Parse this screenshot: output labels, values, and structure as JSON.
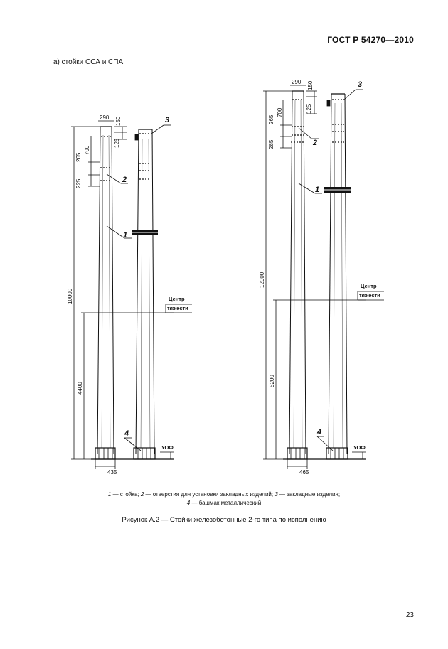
{
  "header": {
    "standard": "ГОСТ Р 54270—2010"
  },
  "subtitle": "а) стойки ССА и СПА",
  "drawing": {
    "left": {
      "dims": {
        "top_width": "290",
        "d150": "150",
        "d125": "125",
        "d265": "265",
        "d700": "700",
        "d225": "225",
        "total_height": "10000",
        "cg_height": "4400",
        "base": "435"
      },
      "center_label_line1": "Центр",
      "center_label_line2": "тяжести",
      "ground_label": "УОФ"
    },
    "right": {
      "dims": {
        "top_width": "290",
        "d150": "150",
        "d125": "125",
        "d265": "265",
        "d700": "700",
        "d285": "285",
        "total_height": "12000",
        "cg_height": "5200",
        "base": "465"
      },
      "center_label_line1": "Центр",
      "center_label_line2": "тяжести",
      "ground_label": "УОФ"
    },
    "callouts": {
      "c1": "1",
      "c2": "2",
      "c3": "3",
      "c4": "4"
    }
  },
  "legend": {
    "n1": "1",
    "t1": " — стойка; ",
    "n2": "2",
    "t2": " — отверстия для установки закладных изделий; ",
    "n3": "3",
    "t3": " — закладные изделия;",
    "n4": "4",
    "t4": " — башмак металлический"
  },
  "caption": "Рисунок А.2 — Стойки железобетонные 2-го типа по исполнению",
  "page_number": "23"
}
